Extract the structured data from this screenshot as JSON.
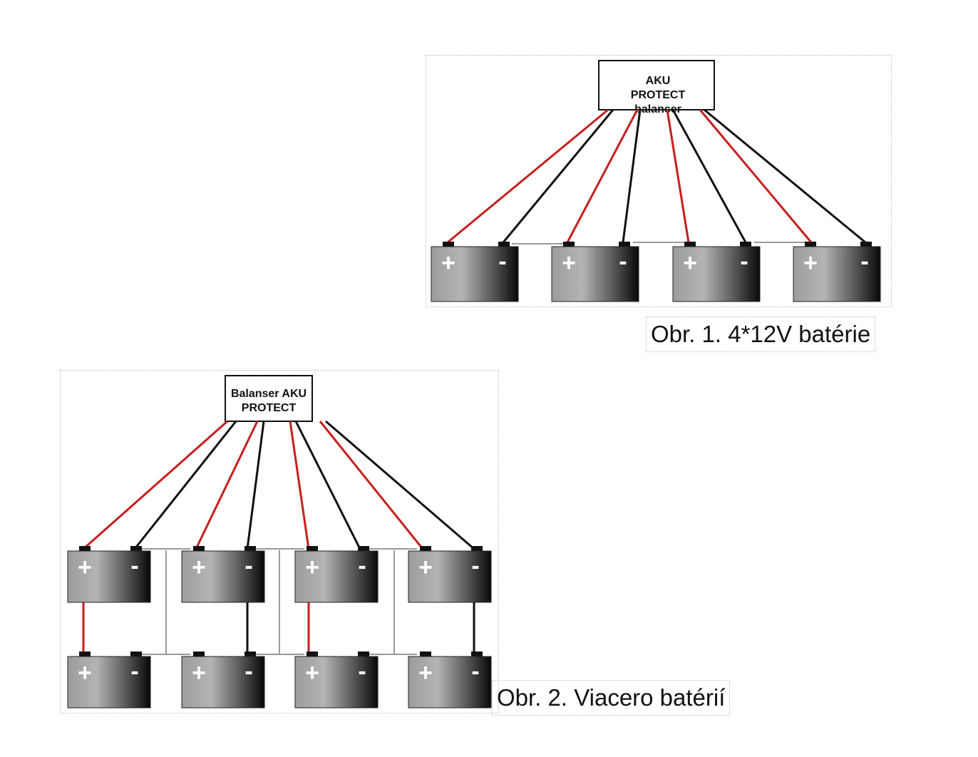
{
  "figure1": {
    "box_lines": [
      "AKU",
      "PROTECT",
      "balancer"
    ],
    "caption": "Obr. 1. 4*12V batérie",
    "terminal_plus": "+",
    "terminal_minus": "-"
  },
  "figure2": {
    "box_lines": [
      "Balanser AKU",
      "PROTECT"
    ],
    "caption": "Obr. 2. Viacero batérií",
    "terminal_plus": "+",
    "terminal_minus": "-"
  },
  "colors": {
    "positive_wire": "#c81e1e",
    "negative_wire": "#111111",
    "link_wire": "#9a9a9a"
  }
}
